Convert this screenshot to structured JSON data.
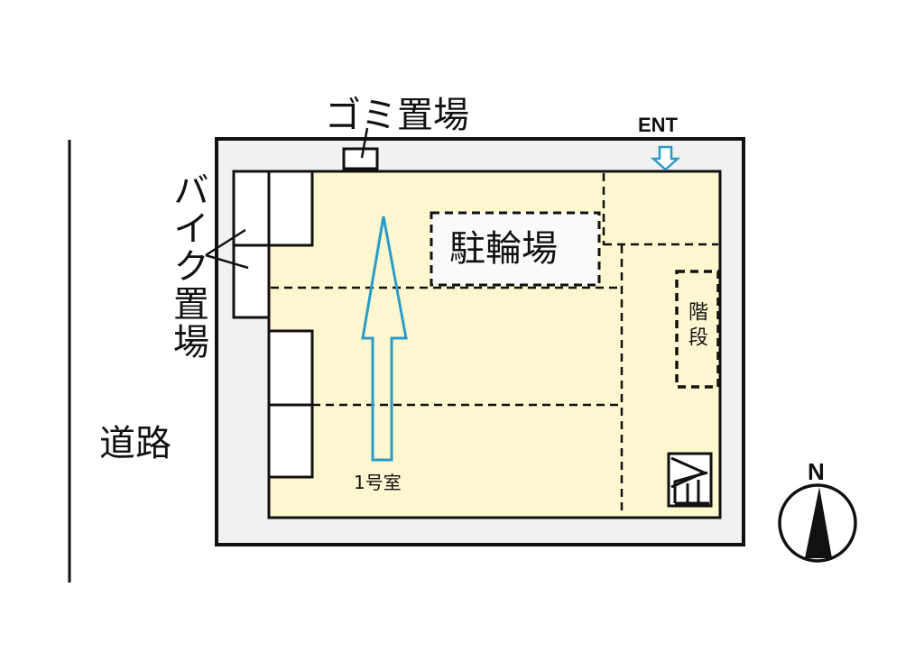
{
  "labels": {
    "garbage": "ゴミ置場",
    "entrance": "ENT",
    "bike": "バイク置場",
    "road": "道路",
    "bicycle": "駐輪場",
    "stairs": "階段",
    "room": "1号室",
    "north": "N"
  },
  "colors": {
    "lot_fill": "#f1f1f1",
    "building_fill": "#fdf7d0",
    "outline": "#111111",
    "arrow": "#2a9bc9",
    "space_fill": "#ffffff"
  },
  "icons": {
    "entrance_arrow": "down-arrow-outline",
    "room_arrow": "up-arrow-outline",
    "mailbox": "mailbox-icon",
    "compass": "north-compass"
  }
}
